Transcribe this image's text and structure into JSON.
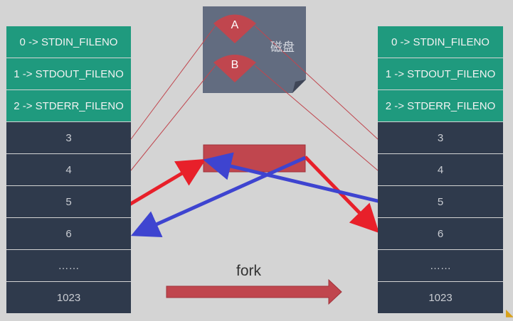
{
  "left_table": {
    "rows": [
      {
        "label": "0 -> STDIN_FILENO",
        "kind": "std"
      },
      {
        "label": "1 -> STDOUT_FILENO",
        "kind": "std"
      },
      {
        "label": "2 -> STDERR_FILENO",
        "kind": "std"
      },
      {
        "label": "3",
        "kind": "num"
      },
      {
        "label": "4",
        "kind": "num"
      },
      {
        "label": "5",
        "kind": "num"
      },
      {
        "label": "6",
        "kind": "num"
      },
      {
        "label": "……",
        "kind": "num"
      },
      {
        "label": "1023",
        "kind": "num"
      }
    ]
  },
  "right_table": {
    "rows": [
      {
        "label": "0 -> STDIN_FILENO",
        "kind": "std"
      },
      {
        "label": "1 -> STDOUT_FILENO",
        "kind": "std"
      },
      {
        "label": "2 -> STDERR_FILENO",
        "kind": "std"
      },
      {
        "label": "3",
        "kind": "num"
      },
      {
        "label": "4",
        "kind": "num"
      },
      {
        "label": "5",
        "kind": "num"
      },
      {
        "label": "6",
        "kind": "num"
      },
      {
        "label": "……",
        "kind": "num"
      },
      {
        "label": "1023",
        "kind": "num"
      }
    ]
  },
  "disk": {
    "label": "磁盘",
    "sectors": [
      "A",
      "B"
    ]
  },
  "fork_label": "fork",
  "colors": {
    "std_row": "#1f9a7e",
    "num_row": "#2f3a4c",
    "disk": "#626c80",
    "sector": "#c0464e",
    "file_object": "#c0464e",
    "red_arrow": "#e8202a",
    "blue_arrow": "#3e44d0",
    "fork_arrow": "#c0464e",
    "link_line": "#c0464e"
  }
}
